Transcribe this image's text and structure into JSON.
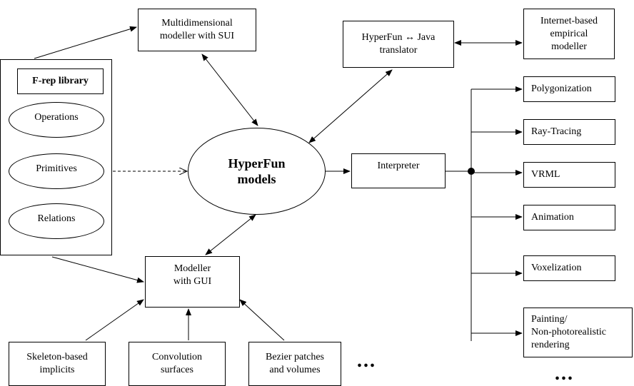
{
  "nodes": {
    "multidim": "Multidimensional\nmodeller with SUI",
    "translator": "HyperFun ↔ Java\ntranslator",
    "internet": "Internet-based\nempirical\nmodeller",
    "frep_title": "F-rep library",
    "operations": "Operations",
    "primitives": "Primitives",
    "relations": "Relations",
    "hyperfun": "HyperFun\nmodels",
    "interpreter": "Interpreter",
    "modeller_gui": "Modeller\nwith GUI",
    "skeleton": "Skeleton-based\nimplicits",
    "convolution": "Convolution\nsurfaces",
    "bezier": "Bezier patches\nand volumes",
    "ellipsis_bottom": "...",
    "ellipsis_right": "..."
  },
  "outputs": {
    "polygonization": "Polygonization",
    "raytracing": "Ray-Tracing",
    "vrml": "VRML",
    "animation": "Animation",
    "voxelization": "Voxelization",
    "painting": "Painting/\nNon-photorealistic\nrendering"
  }
}
